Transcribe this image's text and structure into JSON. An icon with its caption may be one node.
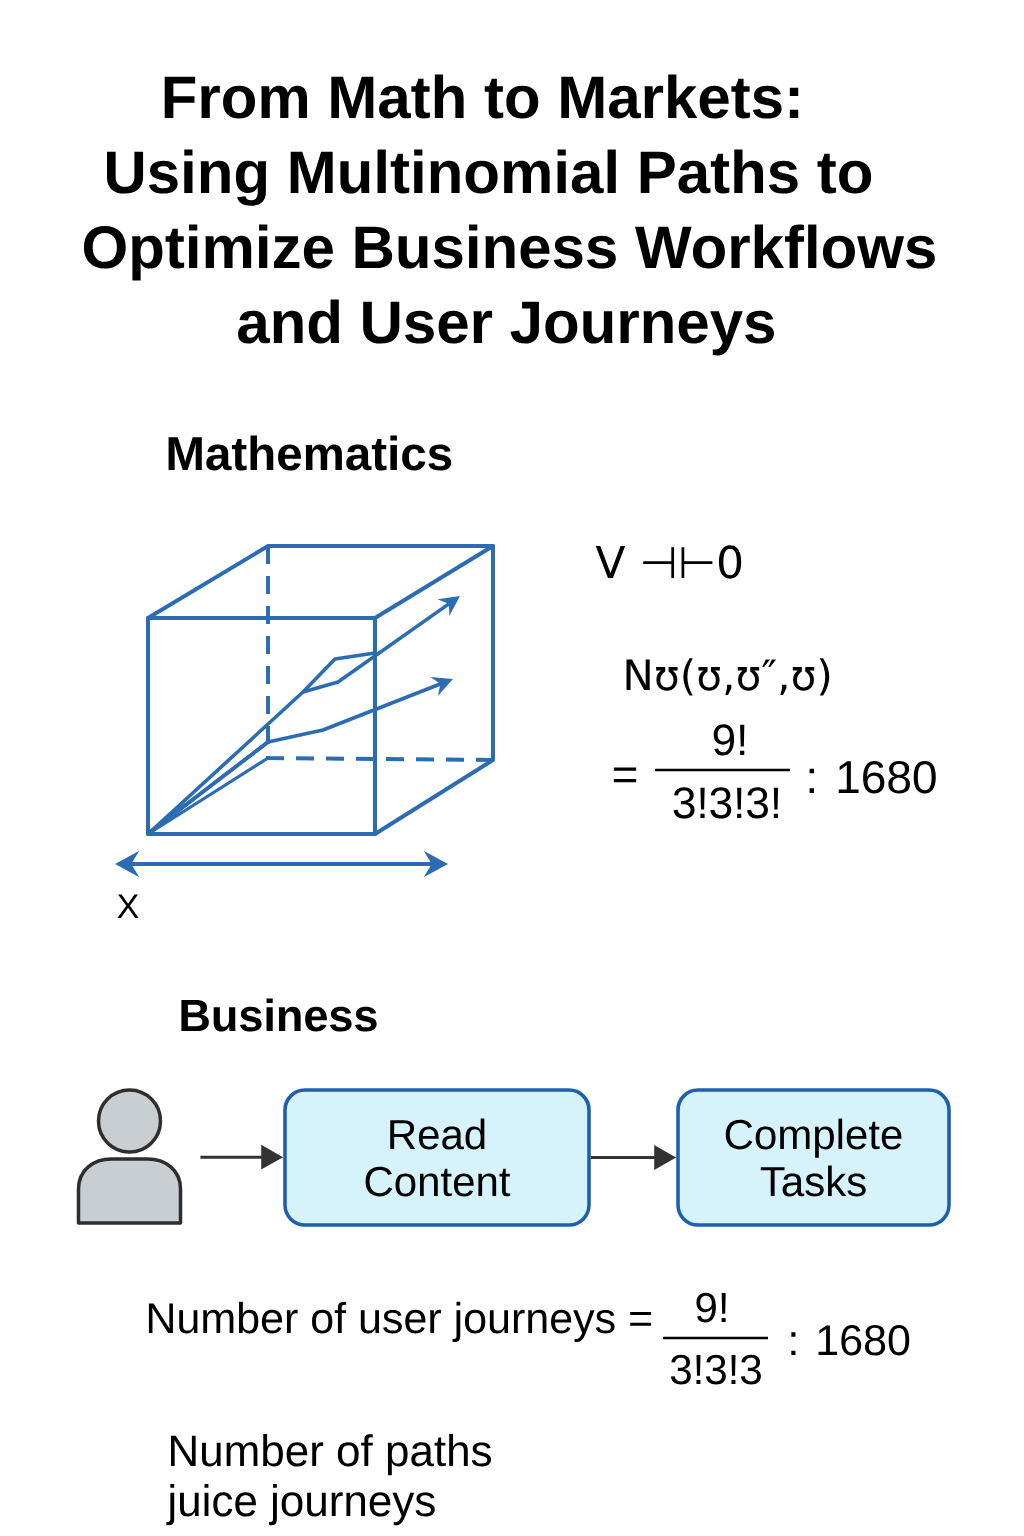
{
  "diagram": {
    "title": "From Math to Markets: Using Multinomial Paths to Optimize Business Workflows and User Journeys",
    "nodes": [
      {
        "text": [],
        "shape": "person"
      },
      {
        "text": [
          "Read Content"
        ]
      },
      {
        "text": [
          "Complete Tasks"
        ]
      }
    ],
    "edges": [
      {
        "from": 0,
        "to": 1,
        "arrow": "to"
      },
      {
        "from": 1,
        "to": 2,
        "arrow": "to"
      }
    ],
    "labels": [
      "Mathematics",
      "V ⊣⊢0",
      "Nʊ(ʊ,ʊ″,ʊ)",
      "=",
      "9!",
      "3!3!3!",
      ": 1680",
      "X",
      "Business",
      "Number of user journeys =",
      "9!",
      "3!3!3",
      ": 1680",
      "Number of paths juice journeys"
    ]
  }
}
